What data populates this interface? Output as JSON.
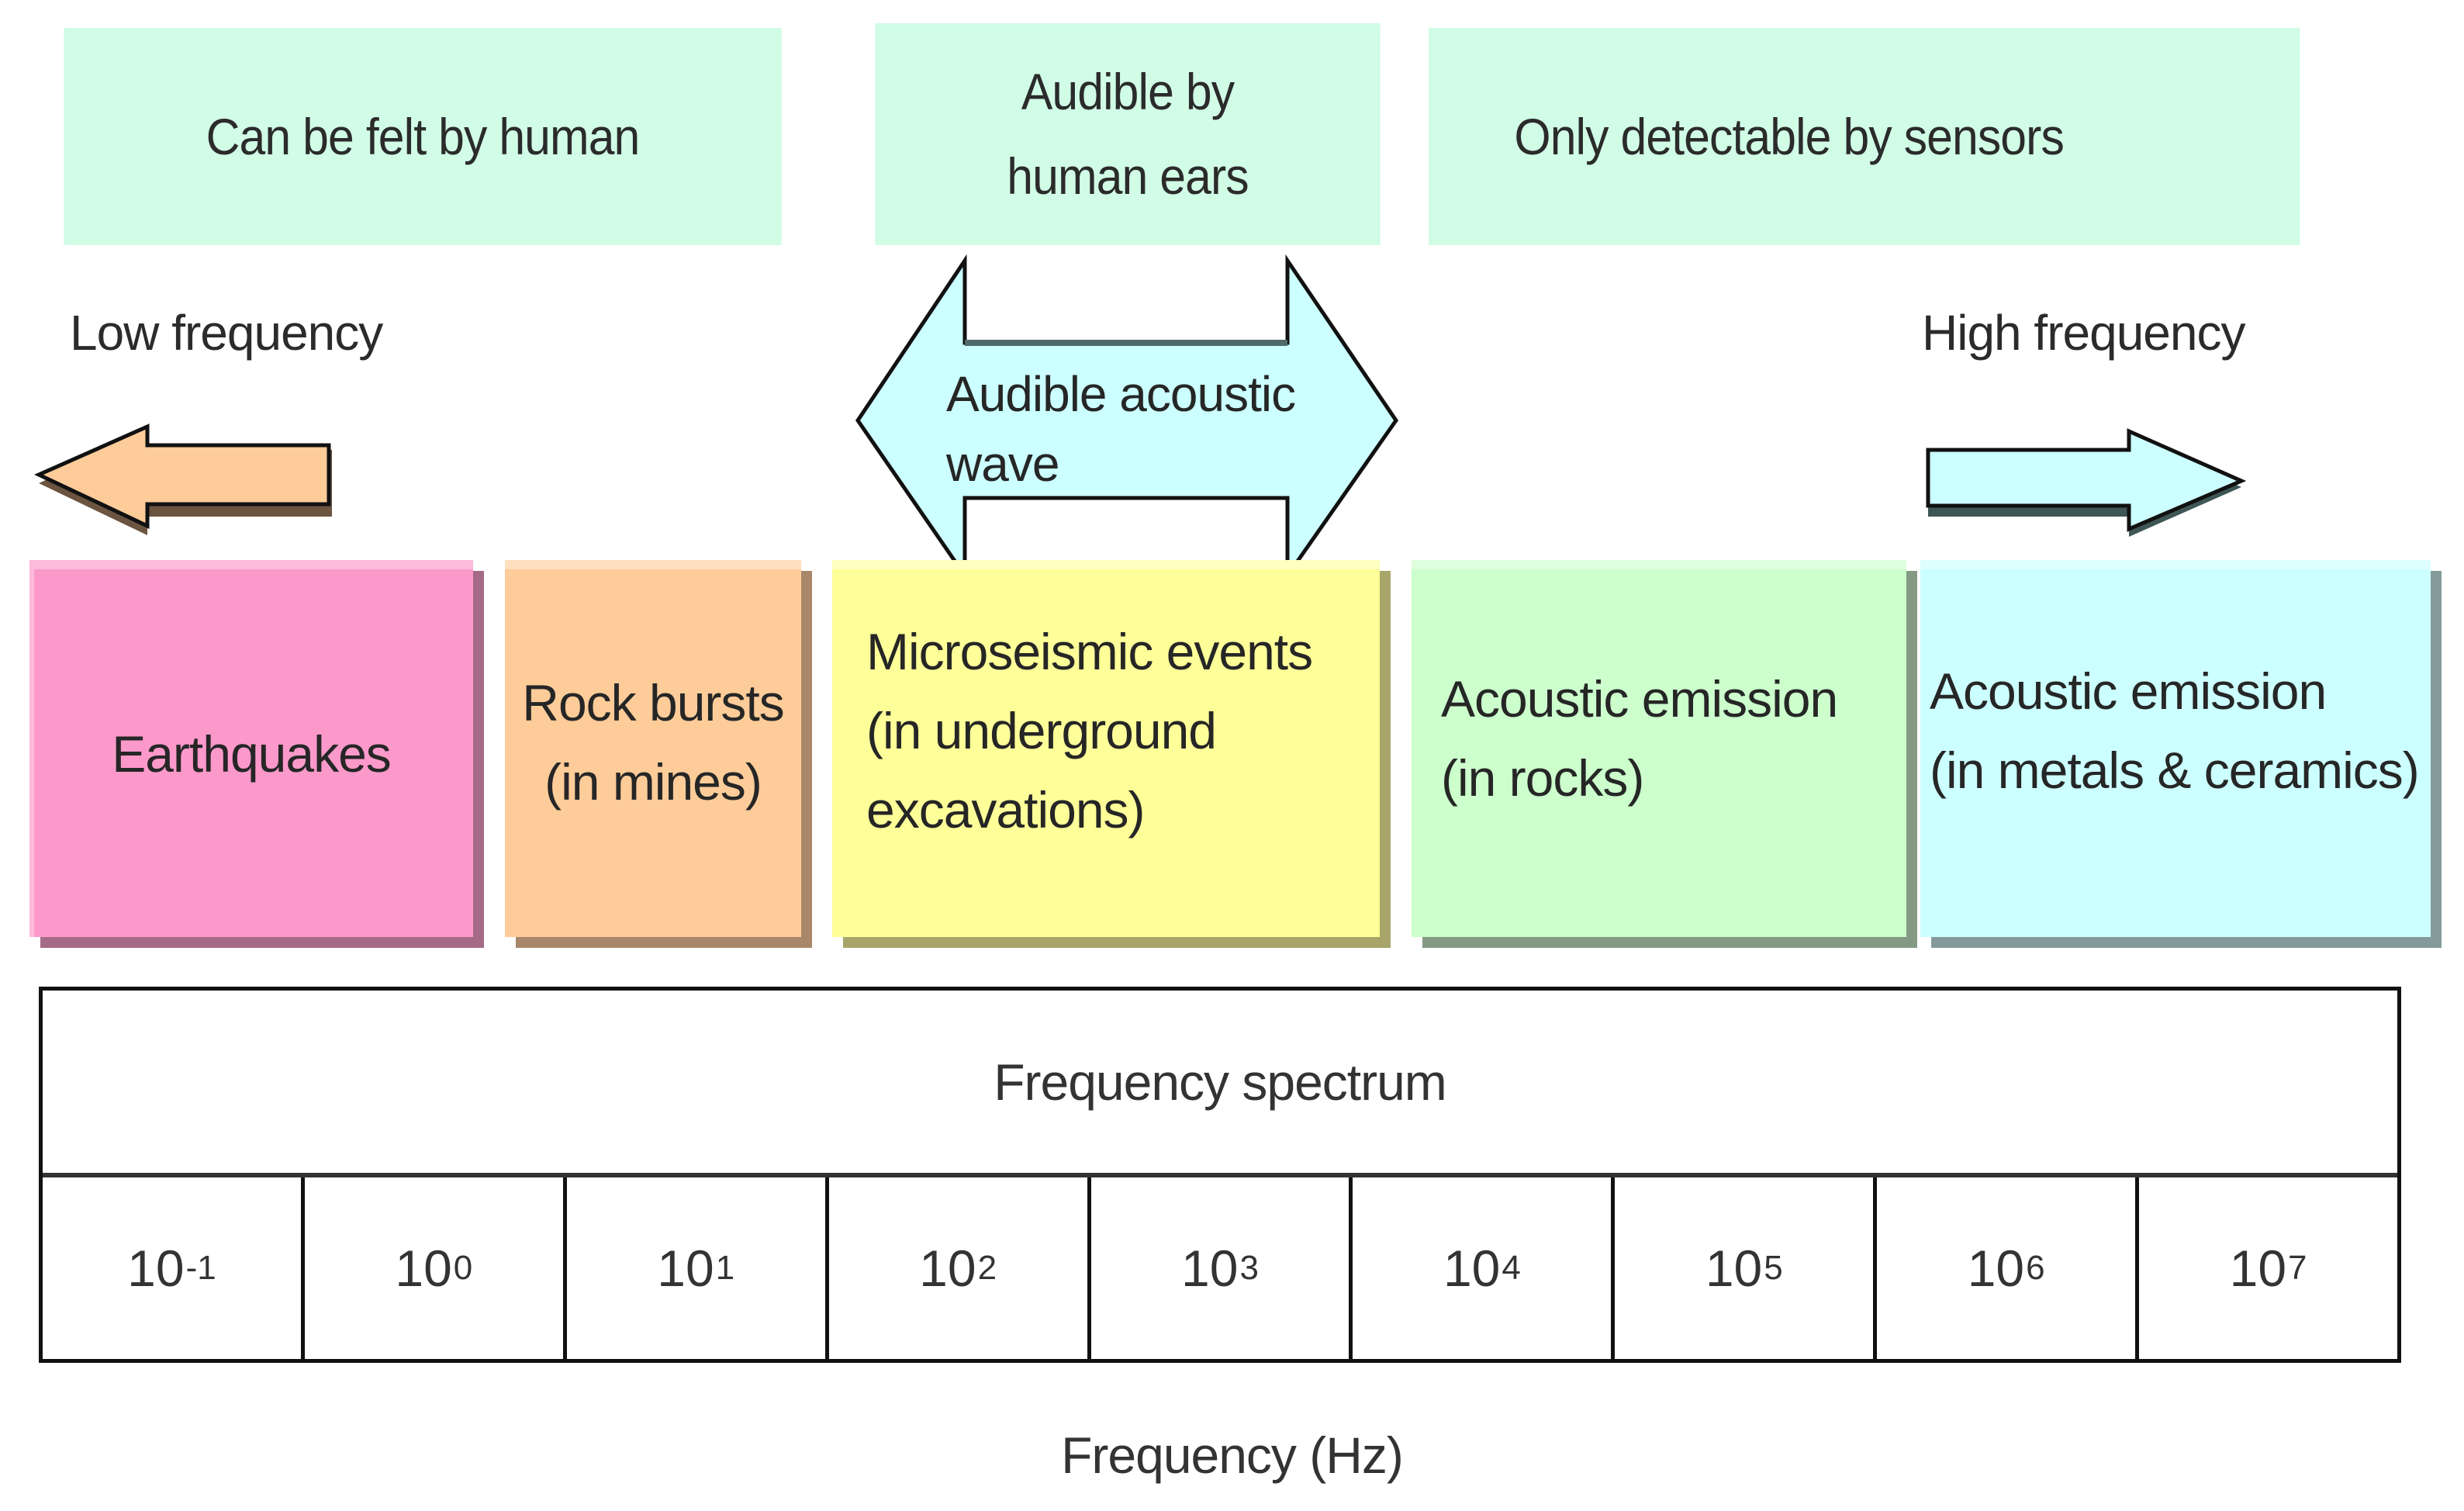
{
  "perception_bands": [
    {
      "label": "Can be felt by human",
      "color": "#d1fce6"
    },
    {
      "label": "Audible by\nhuman ears",
      "color": "#d1fce6"
    },
    {
      "label": "Only detectable by sensors",
      "color": "#d1fce6"
    }
  ],
  "direction_labels": {
    "low": "Low frequency",
    "high": "High frequency"
  },
  "arrows": {
    "low_arrow_color": "#fdcc99",
    "high_arrow_color": "#ccffff",
    "audible_arrow_color": "#ccffff",
    "audible_arrow_label_line1": "Audible acoustic",
    "audible_arrow_label_line2": "wave"
  },
  "categories": [
    {
      "line1": "Earthquakes",
      "line2": "",
      "line3": "",
      "color": "#fc99cb",
      "shadow": "#a56a86",
      "align": "center"
    },
    {
      "line1": "Rock bursts",
      "line2": "(in mines)",
      "line3": "",
      "color": "#fdcc99",
      "shadow": "#a8876a",
      "align": "center"
    },
    {
      "line1": "Microseismic events",
      "line2": "(in underground",
      "line3": "excavations)",
      "color": "#ffff99",
      "shadow": "#a8a56a",
      "align": "left"
    },
    {
      "line1": "Acoustic emission",
      "line2": "(in rocks)",
      "line3": "",
      "color": "#ccffcc",
      "shadow": "#849a84",
      "align": "left"
    },
    {
      "line1": "Acoustic emission",
      "line2": "(in metals & ceramics)",
      "line3": "",
      "color": "#ccffff",
      "shadow": "#849a9a",
      "align": "left"
    }
  ],
  "spectrum": {
    "header": "Frequency spectrum",
    "base": "10",
    "exponents": [
      "-1",
      "0",
      "1",
      "2",
      "3",
      "4",
      "5",
      "6",
      "7"
    ],
    "axis_title": "Frequency (Hz)"
  }
}
